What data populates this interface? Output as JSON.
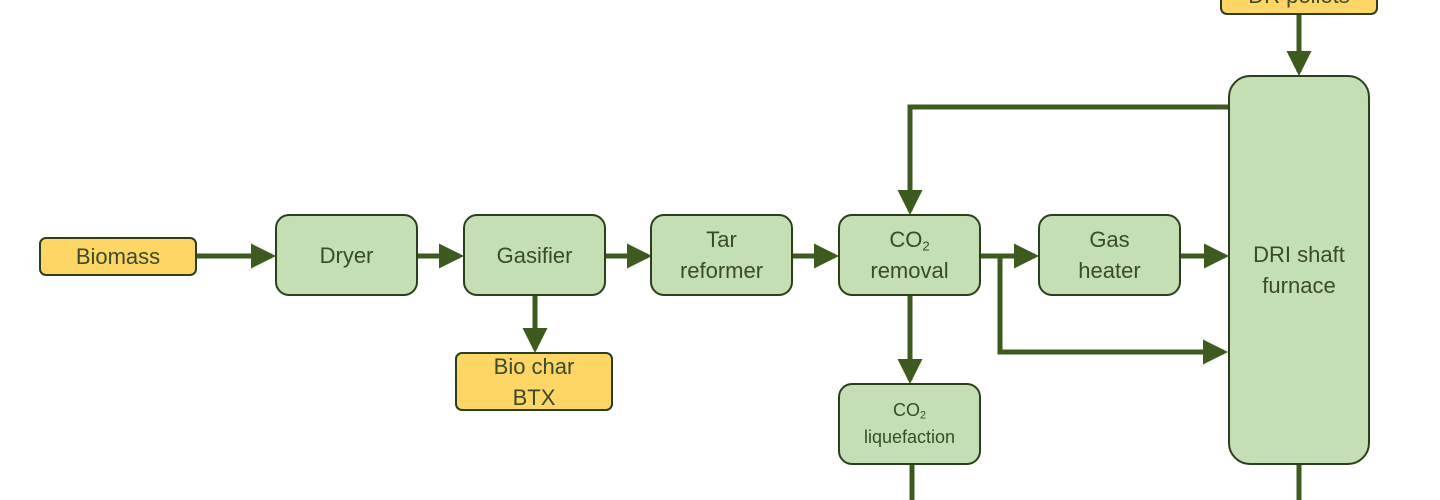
{
  "nodes": {
    "dr_pellets": {
      "line1": "DR pellets"
    },
    "biomass": {
      "line1": "Biomass"
    },
    "dryer": {
      "line1": "Dryer"
    },
    "gasifier": {
      "line1": "Gasifier"
    },
    "tar_reformer": {
      "line1": "Tar",
      "line2": "reformer"
    },
    "co2_removal": {
      "line1_main": "CO",
      "line1_sub": "2",
      "line2": "removal"
    },
    "gas_heater": {
      "line1": "Gas",
      "line2": "heater"
    },
    "dri_shaft_furnace": {
      "line1": "DRI shaft",
      "line2": "furnace"
    },
    "biochar_btx": {
      "line1": "Bio char",
      "line2": "BTX"
    },
    "co2_liquefaction": {
      "line1_main": "CO",
      "line1_sub": "2",
      "line2": "liquefaction"
    }
  },
  "colors": {
    "process_fill": "#c5dfb4",
    "io_fill": "#fdd666",
    "border": "#2b3f1e",
    "arrow": "#3d5a1f",
    "text": "#3a4a2a"
  }
}
